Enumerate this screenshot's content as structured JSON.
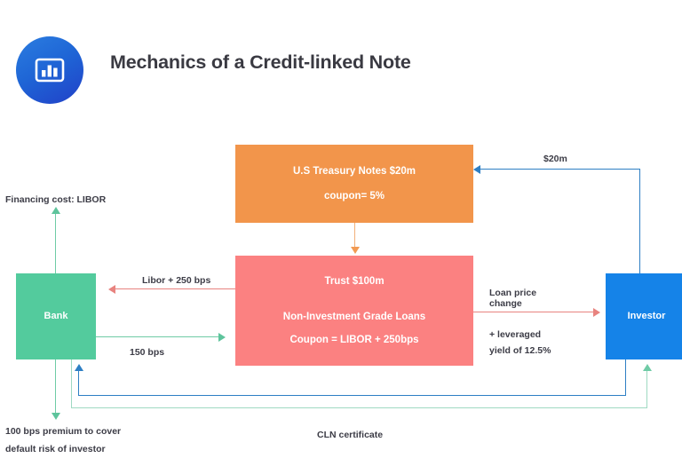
{
  "header": {
    "logo_icon": "bar-chart-icon",
    "title": "Mechanics of a Credit-linked Note"
  },
  "nodes": {
    "treasury": {
      "name": "U.S Treasury Notes  $20m",
      "detail": "coupon= 5%",
      "color": "#F2954B"
    },
    "trust": {
      "name": "Trust $100m",
      "detail_1": "Non-Investment Grade Loans",
      "detail_2": "Coupon = LIBOR + 250bps",
      "color": "#FB8181"
    },
    "bank": {
      "name": "Bank",
      "color": "#53CB9D"
    },
    "investor": {
      "name": "Investor",
      "color": "#1583E8"
    }
  },
  "edges": {
    "financing_cost": "Financing cost: LIBOR",
    "libor_250": "Libor + 250 bps",
    "bps_150": "150 bps",
    "loan_price_change_1": "Loan price",
    "loan_price_change_2": "change",
    "leveraged_yield_1": "+ leveraged",
    "leveraged_yield_2": "yield of 12.5%",
    "twenty_m": "$20m",
    "premium_1": "100 bps premium to cover",
    "premium_2": "default risk of investor",
    "cln_certificate": "CLN certificate"
  },
  "colors": {
    "orange": "#F2954B",
    "pink": "#FB8181",
    "green": "#53CB9D",
    "blue": "#1583E8",
    "red_arrow": "#E8837F",
    "green_arrow": "#6FCBA6",
    "blue_arrow": "#2E7FC4",
    "text_dark": "#3c3c46"
  }
}
